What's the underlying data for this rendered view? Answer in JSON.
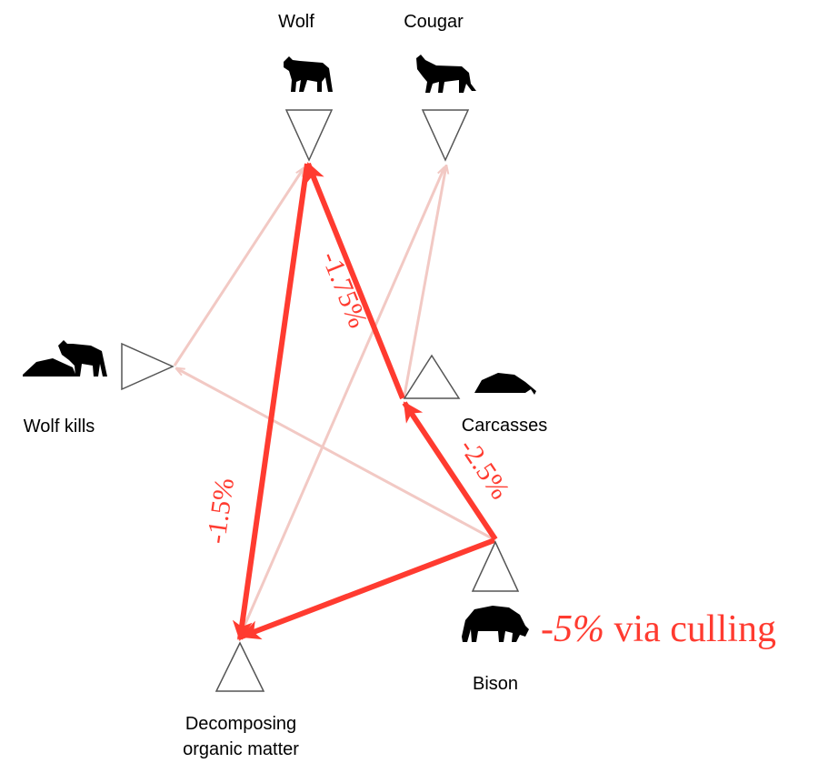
{
  "nodes": {
    "wolf": {
      "label": "Wolf",
      "icon": "wolf-icon"
    },
    "cougar": {
      "label": "Cougar",
      "icon": "cougar-icon"
    },
    "wolf_kills": {
      "label": "Wolf kills",
      "icon": "wolf-kill-icon"
    },
    "carcasses": {
      "label": "Carcasses",
      "icon": "carcass-icon"
    },
    "bison": {
      "label": "Bison",
      "icon": "bison-icon"
    },
    "decomposing": {
      "label_line1": "Decomposing",
      "label_line2": "organic matter"
    }
  },
  "edge_labels": {
    "carcasses_to_wolf": "-1.75%",
    "bison_to_carcasses": "-2.5%",
    "wolf_to_decomposing": "-1.5%"
  },
  "perturbation": {
    "value": "-5%",
    "text": " via culling"
  },
  "colors": {
    "strong_edge": "#ff3b30",
    "faint_edge": "#f2c9c4",
    "node_stroke": "#555555",
    "silhouette": "#000000"
  }
}
